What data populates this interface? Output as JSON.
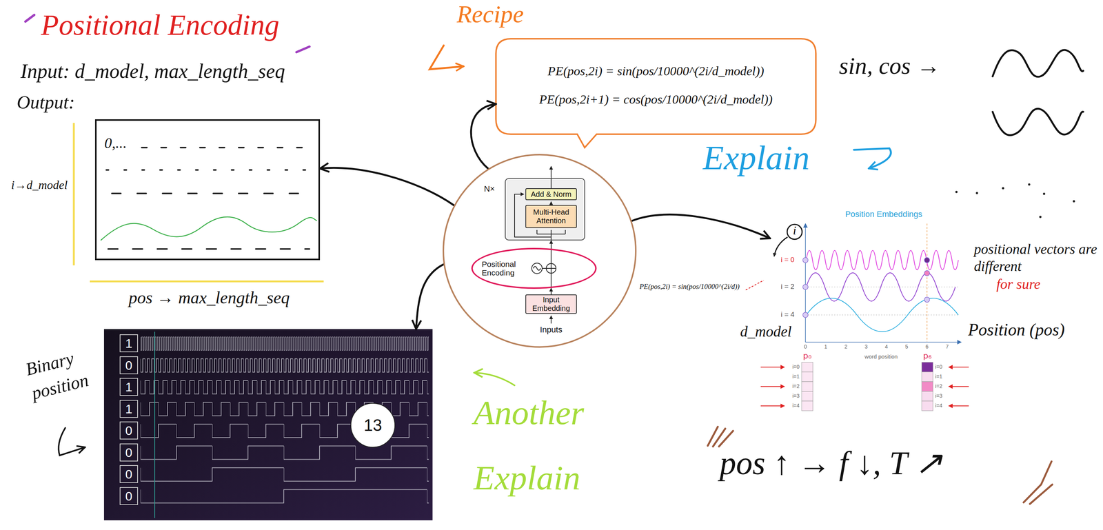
{
  "diagram": {
    "title": "Positional Encoding",
    "nodes": [
      {
        "text": [
          "0,..."
        ]
      },
      {
        "text": [
          "PE(pos,2i) = sin(pos/10000^(2i/d_model))",
          "PE(pos,2i+1) = cos(pos/10000^(2i/d_model))"
        ]
      },
      {
        "text": [
          "Inputs"
        ]
      },
      {
        "text": [
          "N×"
        ],
        "in": 2
      },
      {
        "text": [
          "Add & Norm"
        ],
        "in": 3
      },
      {
        "text": [
          "Multi-Head Attention"
        ],
        "in": 3
      },
      {
        "text": [
          "Positional Encoding"
        ],
        "in": 2
      },
      {
        "text": [
          "Input Embedding"
        ],
        "in": 2
      },
      {
        "text": [
          "Position Embeddings",
          "i = 0",
          "i = 2",
          "i = 4",
          "0",
          "1",
          "2",
          "3",
          "4",
          "5",
          "6",
          "7",
          "word position",
          "p₀",
          "i=0",
          "i=1",
          "i=2",
          "i=3",
          "i=4",
          "p₆",
          "i=0",
          "i=1",
          "i=2",
          "i=3",
          "i=4"
        ]
      },
      {
        "text": [
          "1",
          "0",
          "1",
          "1",
          "0",
          "0",
          "0",
          "0"
        ]
      },
      {
        "text": [
          "13"
        ],
        "in": 9
      }
    ],
    "edges": [
      {
        "from": 2,
        "to": 1,
        "arrow": "to"
      },
      {
        "from": 2,
        "to": 0,
        "arrow": "to"
      },
      {
        "from": 2,
        "to": 9,
        "arrow": "to"
      },
      {
        "from": 2,
        "to": 8,
        "arrow": "to"
      },
      {
        "from": 7,
        "to": 6,
        "arrow": "to"
      },
      {
        "from": 6,
        "to": 3,
        "arrow": "to"
      }
    ],
    "labels": [
      "Input: d_model, max_length_seq",
      "Output:",
      "i→d_model",
      "pos → max_length_seq",
      "Recipe",
      "sin, cos →",
      "Explain",
      "PE(pos,2i) = sin(pos/10000^(2i/d))",
      "i",
      "d_model",
      "Position (pos)",
      "positional vectors are different",
      "for sure",
      "Another Explain",
      "Binary position",
      "pos ↑ → f ↓, T ↗"
    ]
  }
}
